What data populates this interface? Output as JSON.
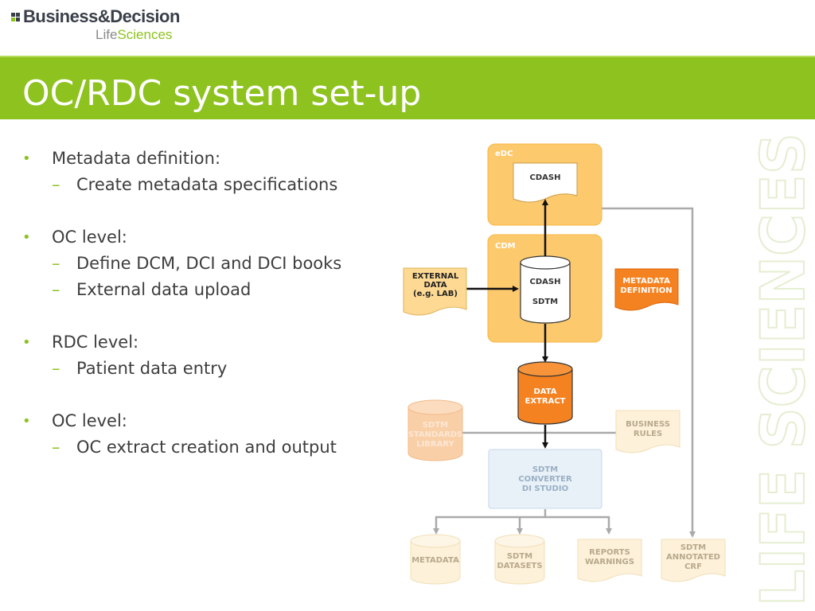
{
  "logo": {
    "main": "Business&Decision",
    "sub_1": "Life",
    "sub_2": "Sciences"
  },
  "title": "OC/RDC system set-up",
  "bullets": [
    {
      "text": "Metadata definition:",
      "subs": [
        "Create metadata specifications"
      ]
    },
    {
      "text": "OC level:",
      "subs": [
        "Define DCM, DCI and DCI books",
        "External data upload"
      ]
    },
    {
      "text": "RDC level:",
      "subs": [
        "Patient data entry"
      ]
    },
    {
      "text": "OC level:",
      "subs": [
        "OC extract creation and output"
      ]
    }
  ],
  "bullet_marker": "•",
  "sub_marker": "–",
  "watermark": "LIFE SCIENCES",
  "diagram": {
    "edc_label": "eDC",
    "edc_doc": "CDASH",
    "cdm_label": "CDM",
    "cdm_db": [
      "CDASH",
      "SDTM"
    ],
    "external": [
      "EXTERNAL",
      "DATA",
      "(e.g. LAB)"
    ],
    "metadata_def": [
      "METADATA",
      "DEFINITION"
    ],
    "data_extract": [
      "DATA",
      "EXTRACT"
    ],
    "standards_library": [
      "SDTM",
      "STANDARDS",
      "LIBRARY"
    ],
    "business_rules": [
      "BUSINESS",
      "RULES"
    ],
    "converter": [
      "SDTM",
      "CONVERTER",
      "DI STUDIO"
    ],
    "outputs": {
      "metadata": [
        "METADATA"
      ],
      "datasets": [
        "SDTM",
        "DATASETS"
      ],
      "reports": [
        "REPORTS",
        "WARNINGS"
      ],
      "annotated": [
        "SDTM",
        "ANNOTATED",
        "CRF"
      ]
    }
  },
  "colors": {
    "green": "#8dc21f",
    "edc_fill": "#fdc96d",
    "orange": "#f58220",
    "faded_box": "#fbe0ac",
    "faded_text": "#b8a98c",
    "converter_fill": "#e8f0f8",
    "converter_text": "#9ab0c4"
  }
}
